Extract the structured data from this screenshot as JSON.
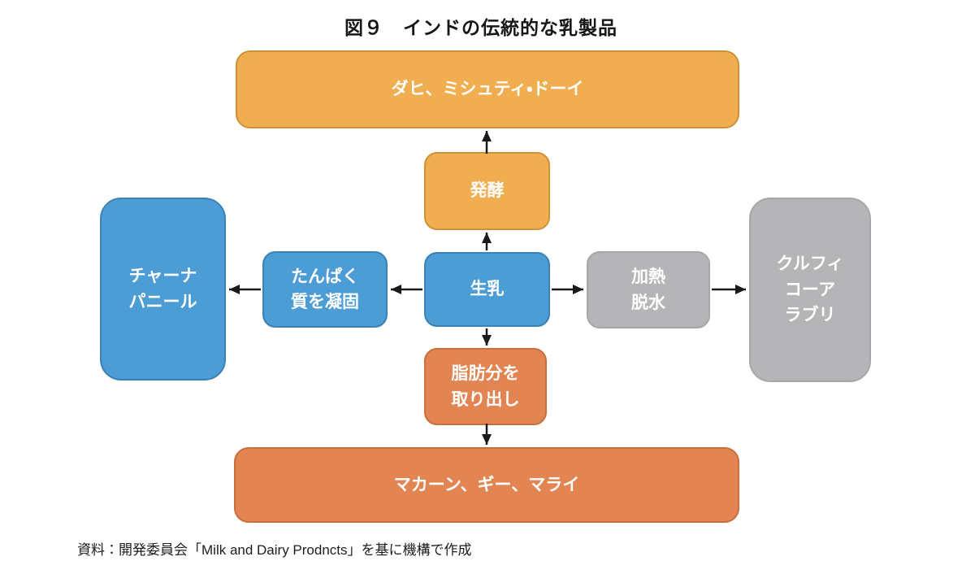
{
  "figure": {
    "title": "図９　インドの伝統的な乳製品",
    "source_note": "資料：開発委員会「Milk and Dairy Prodncts」を基に機構で作成"
  },
  "diagram": {
    "nodes": {
      "dahi": {
        "label": "ダヒ、ミシュティ・ドーイ",
        "color": "#F0AE50"
      },
      "fermentation": {
        "label": "発酵",
        "color": "#F0AE50"
      },
      "raw_milk": {
        "label": "生乳",
        "color": "#4C9CD6"
      },
      "chhana_paneer": {
        "label": "チャーナ\nパニール",
        "color": "#4C9CD6"
      },
      "protein_coagulation": {
        "label": "たんぱく\n質を凝固",
        "color": "#4C9CD6"
      },
      "heat_dehydration": {
        "label": "加熱\n脱水",
        "color": "#B5B5B8"
      },
      "kulfi_khoa_rabri": {
        "label": "クルフィ\nコーア\nラブリ",
        "color": "#B5B5B8"
      },
      "fat_extraction": {
        "label": "脂肪分を\n取り出し",
        "color": "#E28552"
      },
      "makhan_ghee_malai": {
        "label": "マカーン、ギー、マライ",
        "color": "#E28552"
      }
    },
    "edges": [
      {
        "from": "raw_milk",
        "to": "fermentation"
      },
      {
        "from": "fermentation",
        "to": "dahi"
      },
      {
        "from": "raw_milk",
        "to": "protein_coagulation"
      },
      {
        "from": "protein_coagulation",
        "to": "chhana_paneer"
      },
      {
        "from": "raw_milk",
        "to": "heat_dehydration"
      },
      {
        "from": "heat_dehydration",
        "to": "kulfi_khoa_rabri"
      },
      {
        "from": "raw_milk",
        "to": "fat_extraction"
      },
      {
        "from": "fat_extraction",
        "to": "makhan_ghee_malai"
      }
    ],
    "arrow_color": "#1A1A1A"
  }
}
